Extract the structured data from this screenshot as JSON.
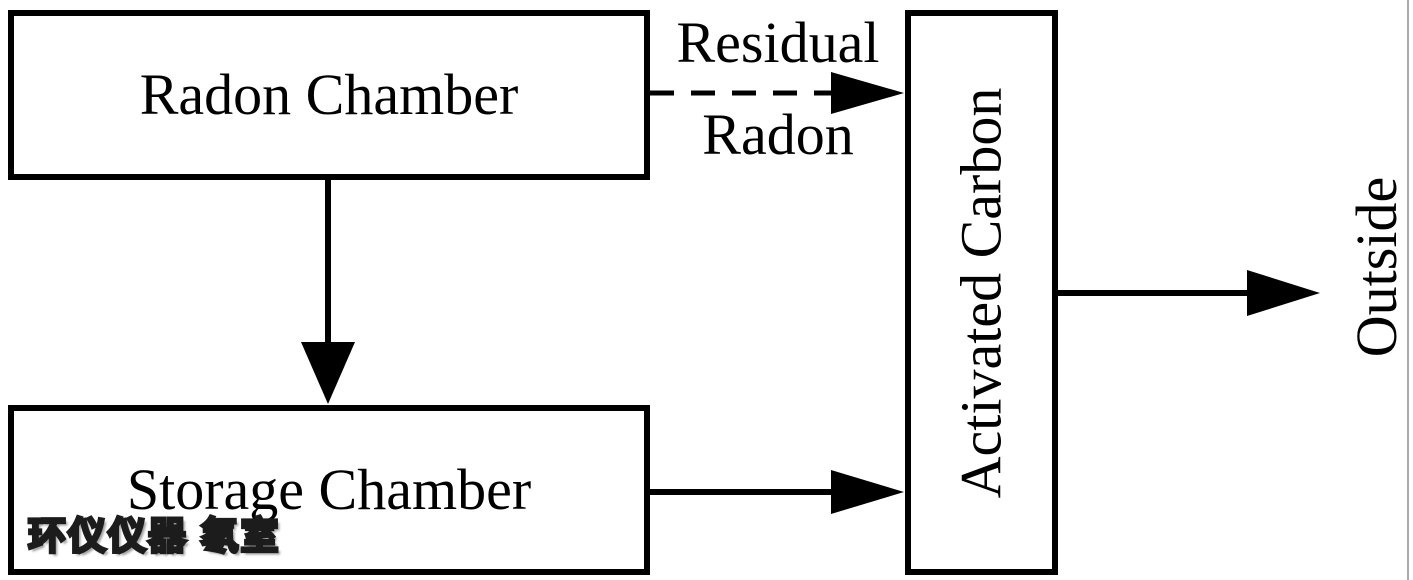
{
  "diagram": {
    "nodes": [
      {
        "id": "radon_chamber",
        "label": "Radon Chamber"
      },
      {
        "id": "storage_chamber",
        "label": "Storage Chamber"
      },
      {
        "id": "activated_carbon",
        "label": "Activated Carbon"
      },
      {
        "id": "outside",
        "label": "Outside"
      }
    ],
    "edges": [
      {
        "from": "radon_chamber",
        "to": "storage_chamber",
        "style": "solid",
        "label": ""
      },
      {
        "from": "radon_chamber",
        "to": "activated_carbon",
        "style": "dashed",
        "label": "Residual Radon",
        "label_line1": "Residual",
        "label_line2": "Radon"
      },
      {
        "from": "storage_chamber",
        "to": "activated_carbon",
        "style": "solid",
        "label": ""
      },
      {
        "from": "activated_carbon",
        "to": "outside",
        "style": "solid",
        "label": ""
      }
    ],
    "watermark": {
      "text": "环仪仪器 氡室"
    },
    "colors": {
      "line": "#000000",
      "background": "#ffffff",
      "watermark_fill": "#ffd900",
      "watermark_outline": "#1c1c1c",
      "right_frame_line": "#aaaaaa"
    }
  }
}
